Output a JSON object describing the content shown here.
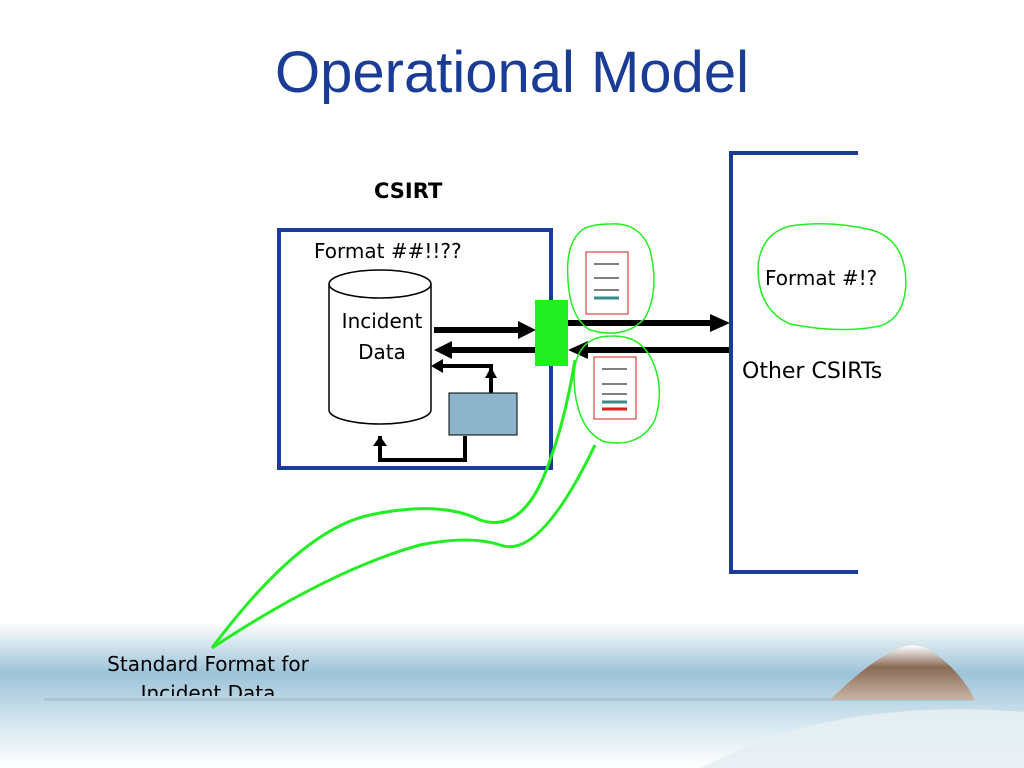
{
  "slide": {
    "title": "Operational Model"
  },
  "csirt": {
    "label": "CSIRT",
    "format_label": "Format ##!!??",
    "database_label_line1": "Incident",
    "database_label_line2": "Data"
  },
  "other": {
    "format_label": "Format #!?",
    "label": "Other CSIRTs"
  },
  "callout": {
    "label": "Standard Format for Incident Data"
  },
  "colors": {
    "title": "#1a3c96",
    "box_border": "#1a3c96",
    "gateway": "#22ee22",
    "curve": "#22ee22",
    "processor": "#8db4c8",
    "doc_line_accent": "#3a8a8a",
    "doc_line_alert": "#d22222"
  }
}
